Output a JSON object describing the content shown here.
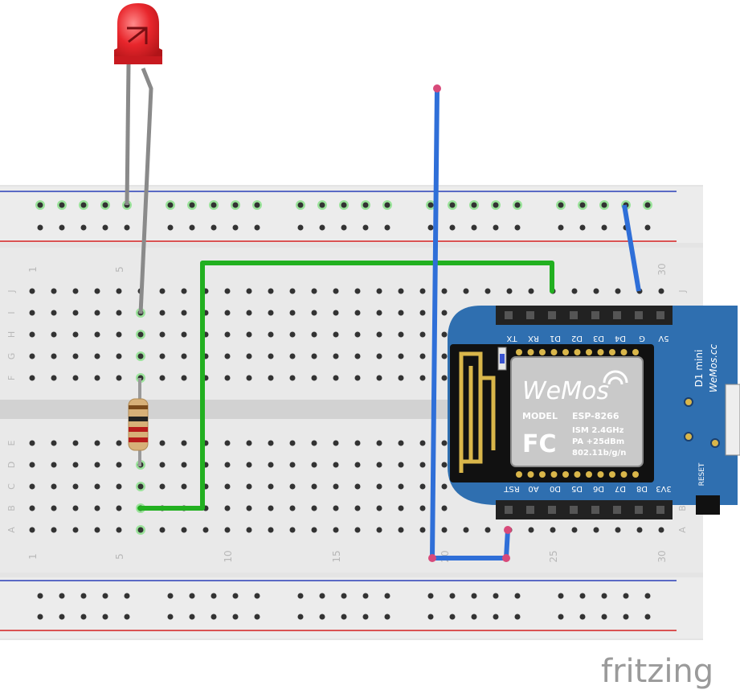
{
  "breadboard": {
    "row_labels_top": [
      "J",
      "I",
      "H",
      "G",
      "F"
    ],
    "row_labels_bottom": [
      "E",
      "D",
      "C",
      "B",
      "A"
    ],
    "column_numbers": [
      "1",
      "5",
      "10",
      "15",
      "20",
      "25",
      "30"
    ],
    "rail_color_positive": "#d42020",
    "rail_color_negative": "#2a3fb8"
  },
  "board": {
    "name_line1": "D1 mini",
    "name_line2": "WeMos.cc",
    "top_pins": [
      "TX",
      "RX",
      "D1",
      "D2",
      "D3",
      "D4",
      "G",
      "5V"
    ],
    "bottom_pins": [
      "RST",
      "A0",
      "D0",
      "D5",
      "D6",
      "D7",
      "D8",
      "3V3"
    ],
    "reset_label": "RESET",
    "logo": "WeMos",
    "model_label": "MODEL",
    "model_value": "ESP-8266",
    "spec_lines": [
      "ISM 2.4GHz",
      "PA +25dBm",
      "802.11b/g/n"
    ],
    "fcc": "FC",
    "pcb_color": "#2f6fb0"
  },
  "wires": {
    "green_color": "#22b020",
    "blue_color": "#2f6fd8"
  },
  "led_color": "#e8262c",
  "watermark": "fritzing"
}
